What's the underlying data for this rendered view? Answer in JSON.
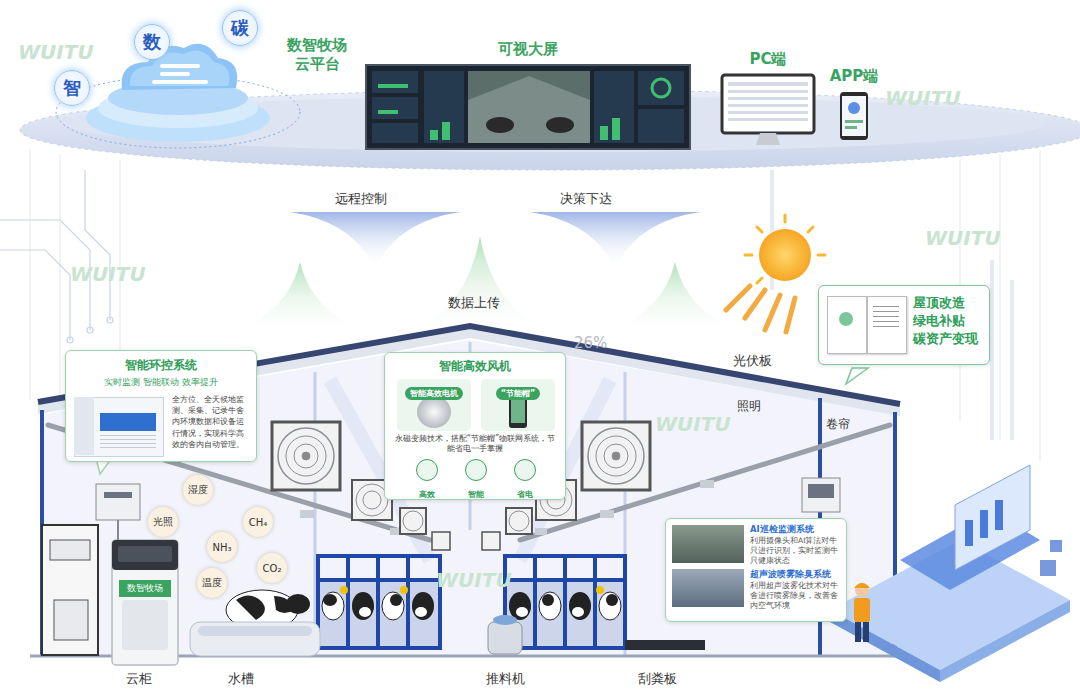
{
  "diagram": {
    "nodes": [
      {
        "text": [
          "数"
        ]
      },
      {
        "text": [
          "碳"
        ]
      },
      {
        "text": [
          "智"
        ]
      },
      {
        "text": [
          "可视大屏"
        ]
      },
      {
        "text": [
          "PC端"
        ]
      },
      {
        "text": [
          "APP端"
        ]
      },
      {
        "text": [
          "屋顶改造 绿电补贴 碳资产变现"
        ]
      },
      {
        "text": [
          "智能环控系统",
          "实时监测 智能联动 效率提升",
          "全方位、全天候地监测、采集、记录牛舍内环境数据和设备运行情况，实现科学高效的舍内自动管理。"
        ]
      },
      {
        "text": [
          "智能高效风机",
          "永磁变频技术，搭配“节能帽”物联网系统，节能省电一手掌握"
        ]
      },
      {
        "text": [
          "智能高效电机"
        ],
        "in": 8
      },
      {
        "text": [
          "“节能帽”"
        ],
        "in": 8
      },
      {
        "text": [
          "高效"
        ],
        "in": 8
      },
      {
        "text": [
          "智能"
        ],
        "in": 8
      },
      {
        "text": [
          "省电"
        ],
        "in": 8
      },
      {
        "text": [
          "AI巡检监测系统",
          "利用摄像头和AI算法对牛只进行识别，实时监测牛只健康状态",
          "超声波喷雾除臭系统",
          "利用超声波雾化技术对牛舍进行喷雾除臭，改善舍内空气环境"
        ]
      },
      {
        "text": [
          "数智牧场"
        ]
      },
      {
        "text": [
          "光照"
        ]
      },
      {
        "text": [
          "湿度"
        ]
      },
      {
        "text": [
          "NH₃"
        ]
      },
      {
        "text": [
          "CH₄"
        ]
      },
      {
        "text": [
          "CO₂"
        ]
      },
      {
        "text": [
          "温度"
        ]
      }
    ],
    "labels": [
      "数智牧场 云平台",
      "远程控制",
      "决策下达",
      "数据上传",
      "光伏板",
      "照明",
      "卷帘",
      "26%",
      "云柜",
      "水槽",
      "推料机",
      "刮粪板",
      "WUITU",
      "WUITU",
      "WUITU",
      "WUITU",
      "WUITU",
      "WUITU"
    ]
  }
}
